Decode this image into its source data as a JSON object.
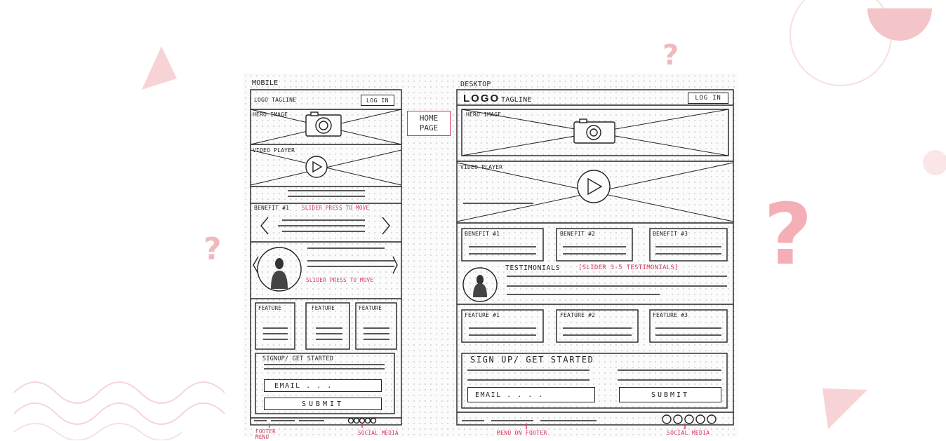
{
  "mobile": {
    "heading": "MOBILE",
    "logo_tagline": "LOGO TAGLINE",
    "login": "LOG IN",
    "hero_label": "HERO IMAGE",
    "video_label": "VIDEO PLAYER",
    "benefit_label": "BENEFIT #1",
    "slider_note_1": "SLIDER PRESS TO MOVE",
    "slider_note_2": "SLIDER PRESS TO MOVE",
    "features": [
      "FEATURE",
      "FEATURE",
      "FEATURE"
    ],
    "signup": "SIGNUP/ GET STARTED",
    "email": "EMAIL . . .",
    "submit": "SUBMIT",
    "footer_note": "FOOTER MENU",
    "social_note": "SOCIAL MEDIA"
  },
  "home_page_note": "HOME PAGE",
  "desktop": {
    "heading": "DESKTOP",
    "logo": "LOGO",
    "tagline": "TAGLINE",
    "login": "LOG IN",
    "hero_label": "HERO IMAGE",
    "video_label": "VIDEO PLAYER",
    "benefits": [
      "BENEFIT #1",
      "BENEFIT #2",
      "BENEFIT #3"
    ],
    "testimonials": "TESTIMONIALS",
    "testimonials_note": "[SLIDER 3-5 TESTIMONIALS]",
    "features": [
      "FEATURE #1",
      "FEATURE #2",
      "FEATURE #3"
    ],
    "signup": "SIGN UP/ GET STARTED",
    "email": "EMAIL . . . .",
    "submit": "SUBMIT",
    "footer_note": "MENU ON FOOTER",
    "social_note": "SOCIAL MEDIA"
  },
  "colors": {
    "accent": "#d8345a",
    "decoration": "#f3c9cd",
    "ink": "#222222"
  }
}
